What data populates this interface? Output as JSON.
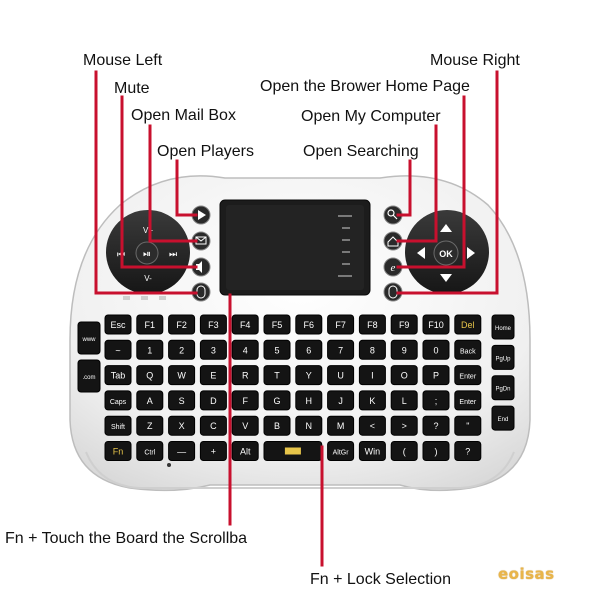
{
  "labels": {
    "mouse_left": "Mouse Left",
    "mute": "Mute",
    "open_mail_box": "Open Mail Box",
    "open_players": "Open Players",
    "mouse_right": "Mouse Right",
    "open_browser_home": "Open the Brower Home Page",
    "open_my_computer": "Open My Computer",
    "open_searching": "Open Searching",
    "fn_touch_scroll": "Fn + Touch the Board the Scrollba",
    "fn_lock_selection": "Fn + Lock Selection"
  },
  "watermark": "eoisas",
  "left_pad": {
    "v_up": "V+",
    "v_down": "V-",
    "play": "⏯",
    "prev": "⏮",
    "next": "⏭"
  },
  "right_pad": {
    "ok": "OK"
  },
  "colors": {
    "callout": "#c8102e",
    "body": "#f2f2f2",
    "key": "#141414",
    "fn_text": "#e7c54a"
  },
  "keyboard_rows": [
    [
      "Esc",
      "F1",
      "F2",
      "F3",
      "F4",
      "F5",
      "F6",
      "F7",
      "F8",
      "F9",
      "F10",
      "Del"
    ],
    [
      "~",
      "1",
      "2",
      "3",
      "4",
      "5",
      "6",
      "7",
      "8",
      "9",
      "0",
      "Back"
    ],
    [
      "Tab",
      "Q",
      "W",
      "E",
      "R",
      "T",
      "Y",
      "U",
      "I",
      "O",
      "P",
      "Enter"
    ],
    [
      "Caps",
      "A",
      "S",
      "D",
      "F",
      "G",
      "H",
      "J",
      "K",
      "L",
      ";",
      "Enter"
    ],
    [
      "Shift",
      "Z",
      "X",
      "C",
      "V",
      "B",
      "N",
      "M",
      "<",
      ">",
      "?",
      "\""
    ],
    [
      "Fn",
      "Ctrl",
      "—",
      "+",
      "Alt",
      "",
      "",
      "AltGr",
      "Win",
      "(",
      ")",
      "?"
    ]
  ],
  "side_keys": [
    "Home",
    "PgUp",
    "PgDn",
    "End"
  ],
  "left_side_keys": [
    "www",
    ".com"
  ]
}
